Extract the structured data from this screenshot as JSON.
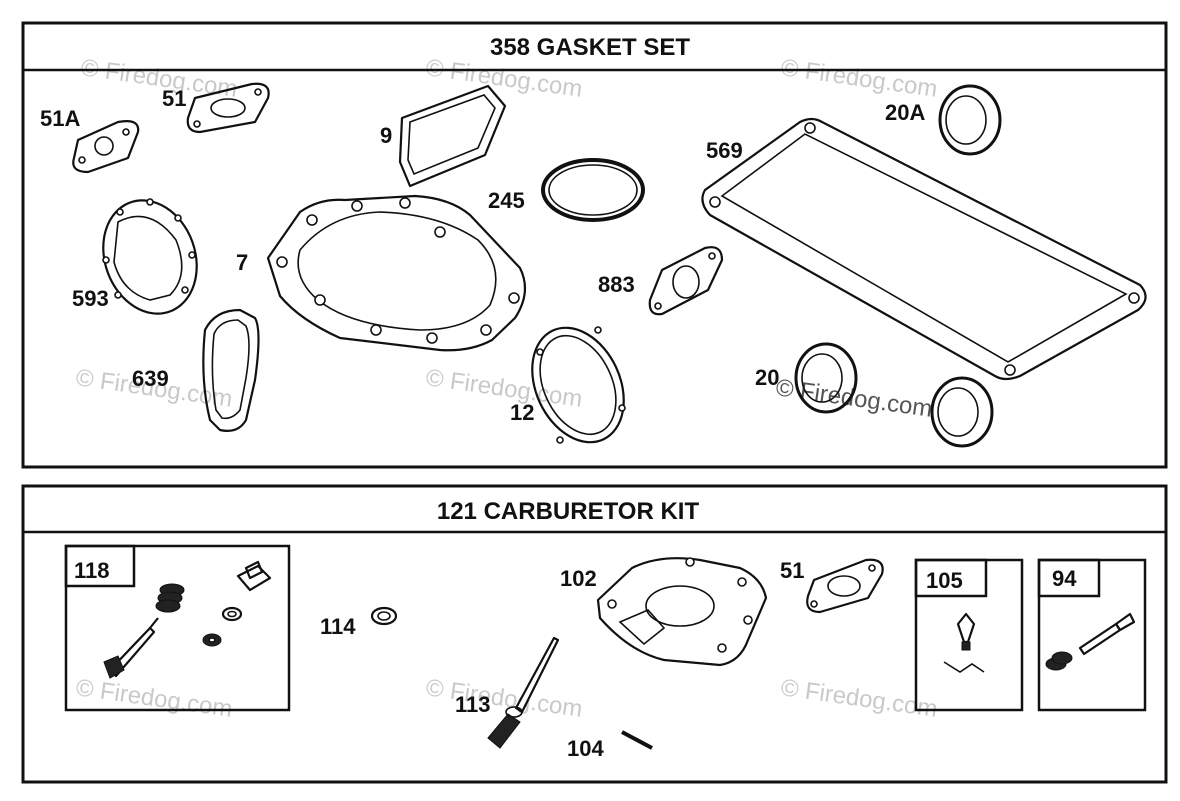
{
  "sections": [
    {
      "title": "358 GASKET SET",
      "labels": [
        "51A",
        "51",
        "9",
        "245",
        "569",
        "20A",
        "593",
        "7",
        "883",
        "639",
        "12",
        "20"
      ]
    },
    {
      "title": "121 CARBURETOR KIT",
      "labels": [
        "118",
        "114",
        "102",
        "51",
        "105",
        "94",
        "113",
        "104"
      ]
    }
  ],
  "watermark": "© Firedog.com"
}
